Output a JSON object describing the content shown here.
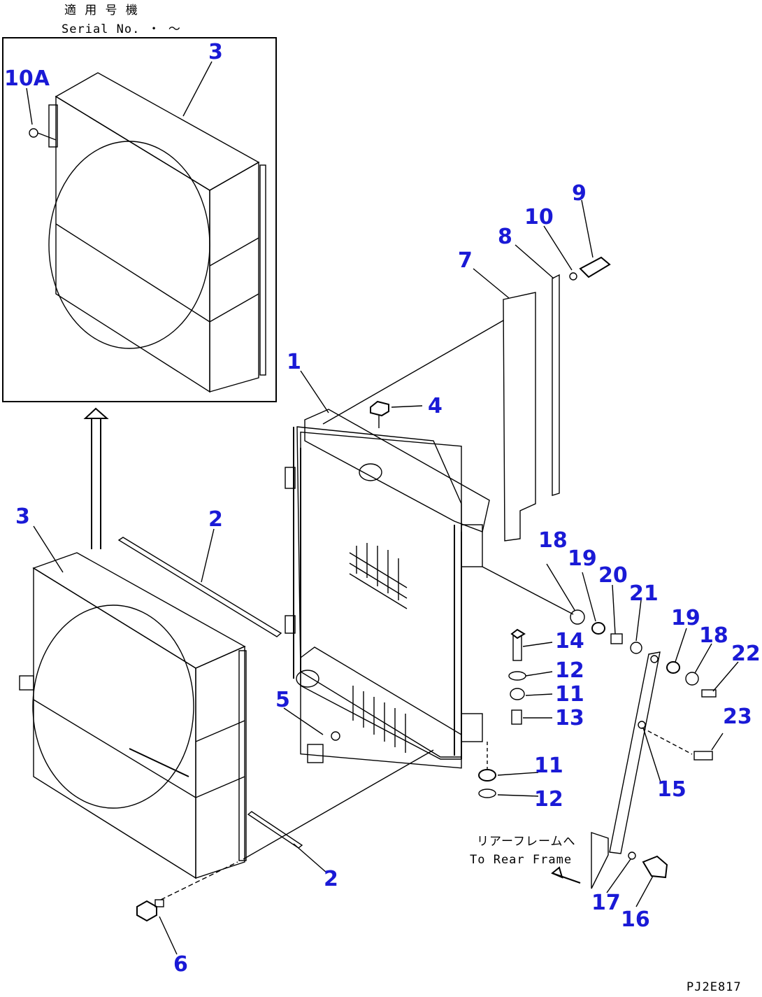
{
  "serial_note": {
    "jp": "適 用 号 機",
    "en": "Serial No.   ・  ～"
  },
  "rear_frame_note": {
    "jp": "リアーフレームへ",
    "en": "To Rear Frame"
  },
  "drawing_code": "PJ2E817",
  "callouts": {
    "c1": "1",
    "c2a": "2",
    "c2b": "2",
    "c3a": "3",
    "c3b": "3",
    "c4": "4",
    "c5": "5",
    "c6": "6",
    "c7": "7",
    "c8": "8",
    "c9": "9",
    "c10": "10",
    "c10a": "10A",
    "c11a": "11",
    "c11b": "11",
    "c12a": "12",
    "c12b": "12",
    "c13": "13",
    "c14": "14",
    "c15": "15",
    "c16": "16",
    "c17": "17",
    "c18a": "18",
    "c18b": "18",
    "c19a": "19",
    "c19b": "19",
    "c20": "20",
    "c21": "21",
    "c22": "22",
    "c23": "23"
  },
  "colors": {
    "callout": "#1a1ad6",
    "lines": "#000000"
  }
}
